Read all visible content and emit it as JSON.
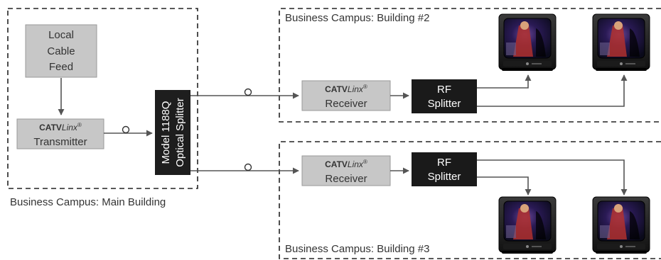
{
  "zones": {
    "main": "Business Campus: Main Building",
    "b2": "Business Campus: Building #2",
    "b3": "Business Campus: Building #3"
  },
  "feed": {
    "line1": "Local",
    "line2": "Cable",
    "line3": "Feed"
  },
  "brand": {
    "bold": "CATV",
    "italic": "Linx",
    "mark": "®"
  },
  "transmitter": {
    "label": "Transmitter"
  },
  "splitter_optical": {
    "line1": "Model 1188Q",
    "line2": "Optical Splitter"
  },
  "receiver": {
    "label": "Receiver"
  },
  "rf_splitter": {
    "line1": "RF",
    "line2": "Splitter"
  },
  "colors": {
    "gray_box": "#c7c7c7",
    "black_box": "#1a1a1a",
    "wire": "#555555"
  },
  "icons": [
    "television-icon",
    "fiber-connector-icon",
    "arrow-icon"
  ]
}
